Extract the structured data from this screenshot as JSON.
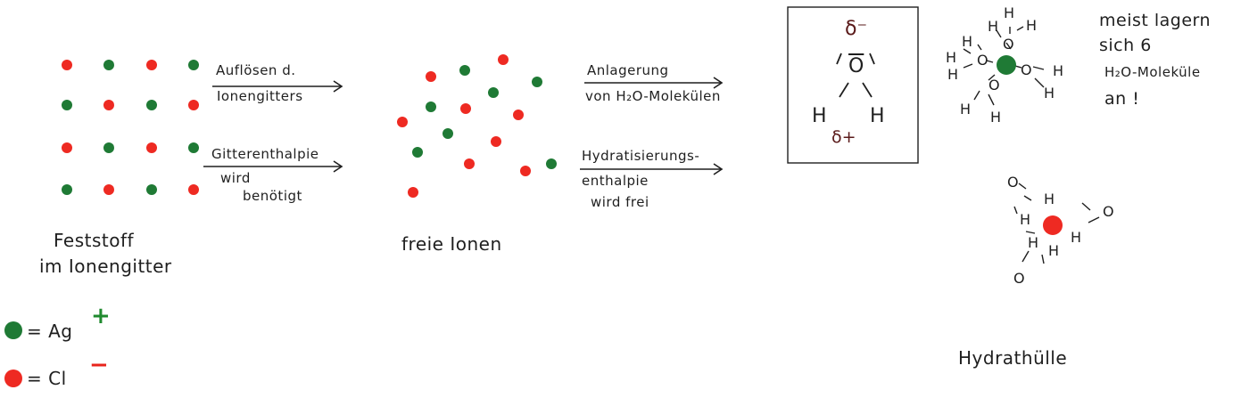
{
  "colors": {
    "ag": "#1f7a35",
    "cl": "#ee2a22",
    "ink": "#1f1f1f",
    "delta": "#5a1a1a"
  },
  "step1": {
    "arrow1_line1": "Auflösen d.",
    "arrow1_line2": "Ionengitters",
    "arrow2_line1": "Gitterenthalpie",
    "arrow2_line2": "wird",
    "arrow2_line3": "benötigt"
  },
  "solid": {
    "caption_line1": "Feststoff",
    "caption_line2": "im Ionengitter"
  },
  "free_ions": {
    "caption": "freie Ionen"
  },
  "step2": {
    "arrow1_line1": "Anlagerung",
    "arrow1_line2": "von H₂O-Molekülen",
    "arrow2_line1": "Hydratisierungs-",
    "arrow2_line2": "enthalpie",
    "arrow2_line3": "wird frei"
  },
  "water_box": {
    "delta_minus": "δ⁻",
    "oxygen": "O",
    "hydrogen_left": "H",
    "hydrogen_right": "H",
    "delta_plus": "δ+"
  },
  "note": {
    "line1": "meist lagern",
    "line2": "sich 6",
    "line3": "H₂O-Moleküle",
    "line4": "an !"
  },
  "hydration_caption": "Hydrathülle",
  "legend": {
    "ag_label": "= Ag",
    "ag_charge": "+",
    "cl_label": "= Cl",
    "cl_charge": "−"
  },
  "atoms": {
    "H": "H",
    "O": "O"
  }
}
